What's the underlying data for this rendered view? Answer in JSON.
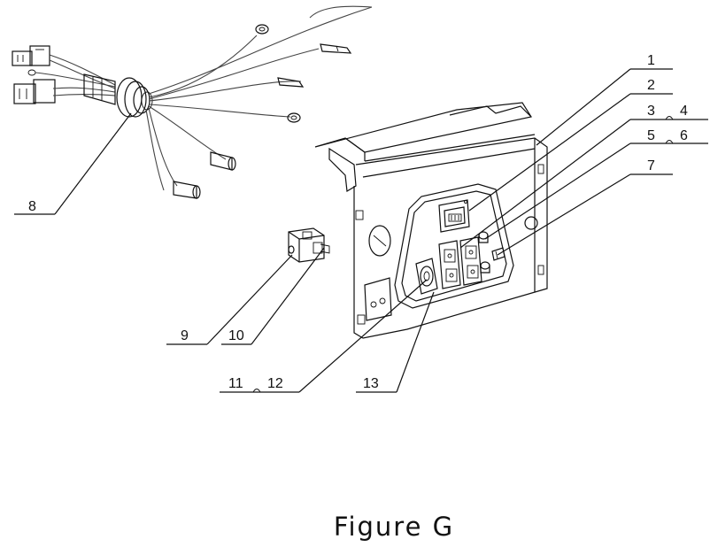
{
  "figure": {
    "caption": "Figure G",
    "callouts": [
      {
        "id": "c1",
        "label": "1"
      },
      {
        "id": "c2",
        "label": "2"
      },
      {
        "id": "c3",
        "label": "3"
      },
      {
        "id": "c4",
        "label": "4"
      },
      {
        "id": "c5",
        "label": "5"
      },
      {
        "id": "c6",
        "label": "6"
      },
      {
        "id": "c7",
        "label": "7"
      },
      {
        "id": "c8",
        "label": "8"
      },
      {
        "id": "c9",
        "label": "9"
      },
      {
        "id": "c10",
        "label": "10"
      },
      {
        "id": "c11",
        "label": "11"
      },
      {
        "id": "c12",
        "label": "12"
      },
      {
        "id": "c13",
        "label": "13"
      }
    ]
  }
}
